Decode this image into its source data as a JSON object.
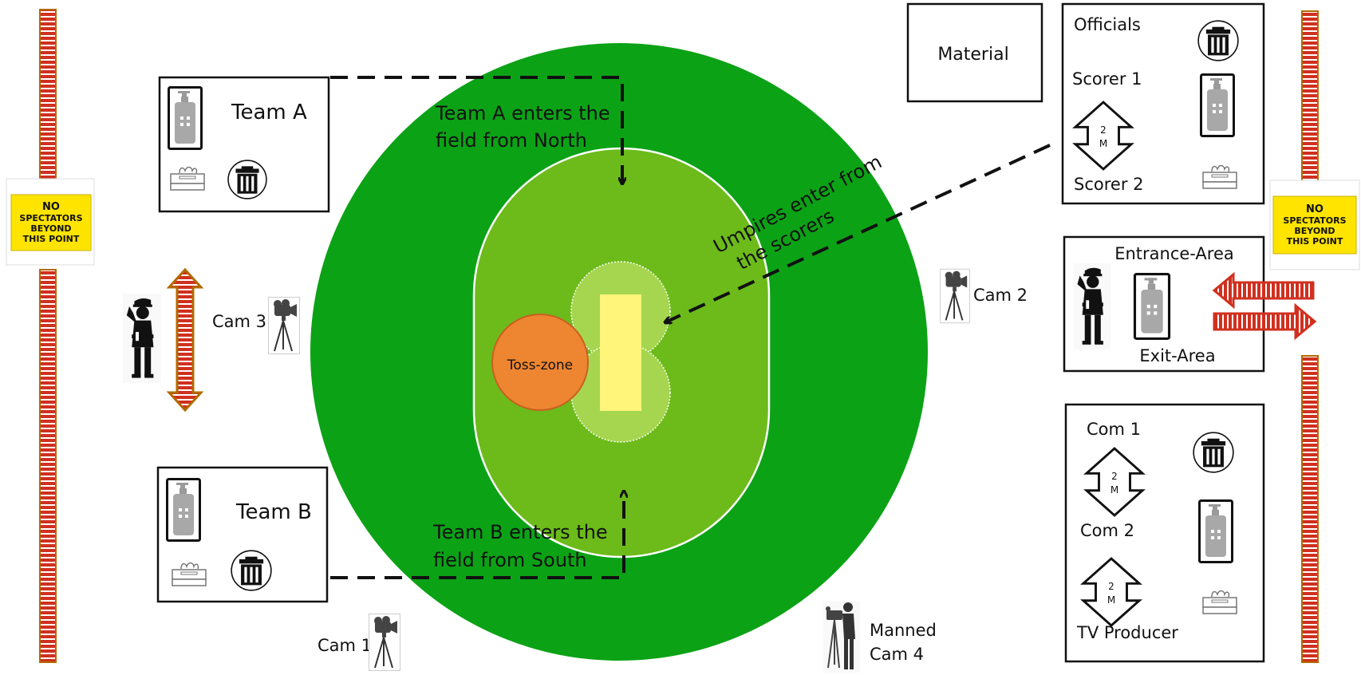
{
  "colors": {
    "outfield": "#0ca216",
    "infield": "#6cbb1a",
    "pitch_zone": "#a6d64f",
    "pitch": "#fff57a",
    "toss_zone": "#ed8531",
    "sign_yellow": "#ffe400",
    "barrier_red": "#d0301f"
  },
  "icons": [
    "sanitizer-icon",
    "tissue-box-icon",
    "trash-bin-icon",
    "camera-tripod-icon",
    "police-officer-icon",
    "cameraman-icon",
    "distance-2m-icon",
    "double-arrow-icon"
  ],
  "boxes": {
    "team_a": "Team A",
    "team_b": "Team B",
    "material": "Material",
    "officials": "Officials",
    "scorer_1": "Scorer 1",
    "scorer_2": "Scorer 2",
    "entrance_area": "Entrance-Area",
    "exit_area": "Exit-Area",
    "com_1": "Com 1",
    "com_2": "Com 2",
    "tv_producer": "TV Producer"
  },
  "field": {
    "toss_zone": "Toss-zone",
    "team_a_entry": [
      "Team A enters the",
      "field from North"
    ],
    "team_b_entry": [
      "Team B enters the",
      "field from South"
    ],
    "umpires_entry": [
      "Umpires enter from",
      "the scorers"
    ]
  },
  "cameras": {
    "cam1": "Cam 1",
    "cam2": "Cam 2",
    "cam3": "Cam 3",
    "cam4": [
      "Manned",
      "Cam 4"
    ]
  },
  "sign": [
    "NO",
    "SPECTATORS",
    "BEYOND",
    "THIS POINT"
  ],
  "distance": [
    "2",
    "M"
  ]
}
